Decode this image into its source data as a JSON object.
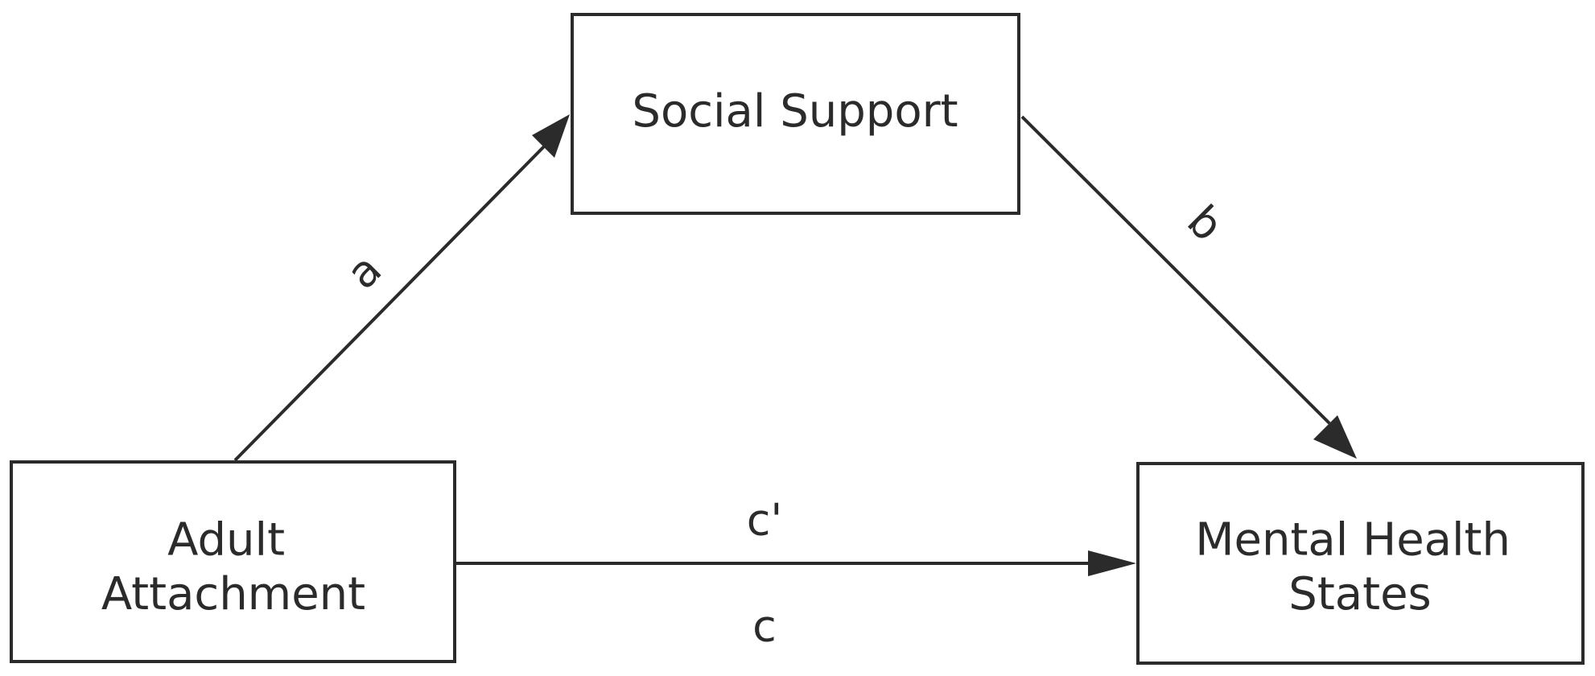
{
  "nodes": {
    "social_support": {
      "label": "Social Support"
    },
    "adult_attachment": {
      "label_lines": [
        "Adult",
        "Attachment"
      ]
    },
    "mental_health": {
      "label_lines": [
        "Mental Health",
        "States"
      ]
    }
  },
  "edges": {
    "a": {
      "label": "a"
    },
    "b": {
      "label": "b"
    },
    "c_prime": {
      "label": "c'"
    },
    "c": {
      "label": "c"
    }
  }
}
